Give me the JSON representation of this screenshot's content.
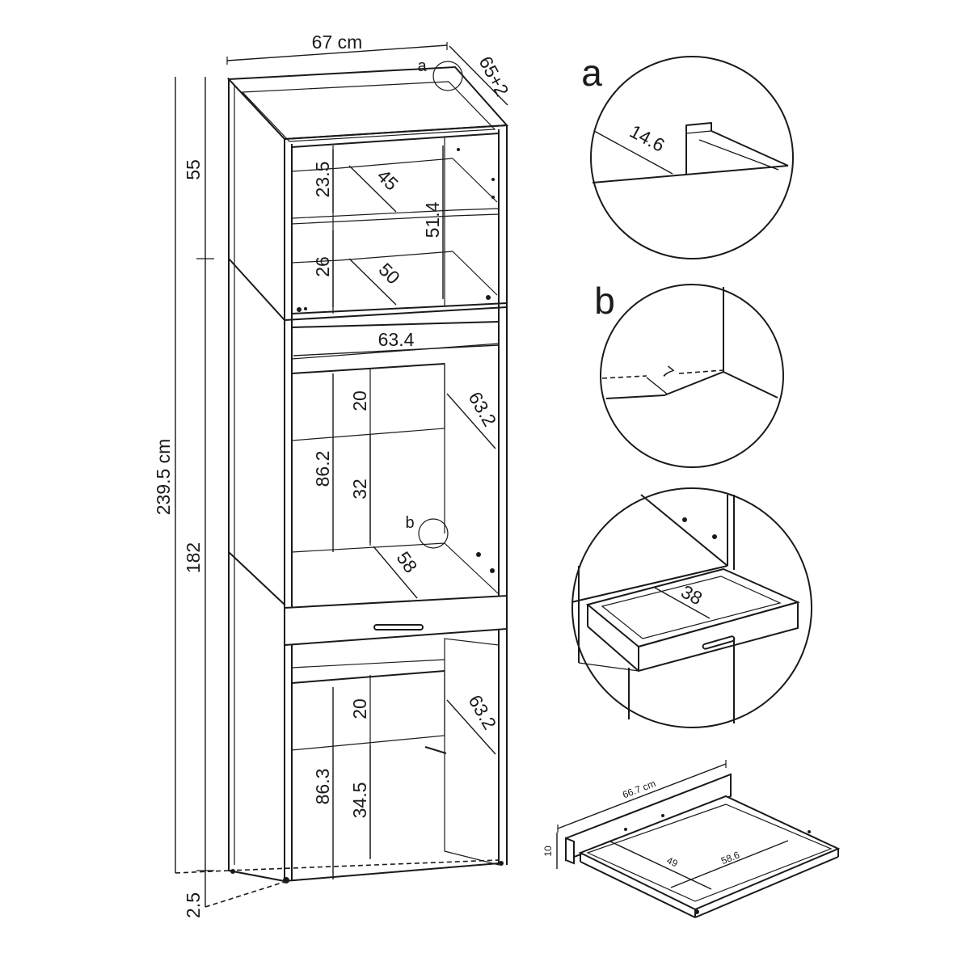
{
  "colors": {
    "line": "#1a1a1a",
    "background": "#ffffff"
  },
  "cabinet": {
    "width": "67 cm",
    "depth": "65+2",
    "total_height": "239.5 cm",
    "upper_height": "55",
    "lower_height": "182",
    "plinth_height": "2.5",
    "shelf_gap_top": "23.5",
    "shelf_depth_top": "45",
    "upper_inner_height": "51.4",
    "shelf_gap_bottom": "26",
    "shelf_depth_bottom": "50",
    "inner_width": "63.4",
    "mid_panel_height": "20",
    "mid_panel_depth": "63.2",
    "mid_inner_height": "86.2",
    "mid_opening_height": "32",
    "mid_shelf_depth": "58",
    "low_panel_height": "20",
    "low_panel_depth": "63.2",
    "low_inner_height": "86.3",
    "low_opening_height": "34.5"
  },
  "markers": {
    "a": "a",
    "b": "b"
  },
  "detail_a": {
    "label": "a",
    "value": "14.6"
  },
  "detail_b": {
    "label": "b",
    "value": "7"
  },
  "detail_drawer": {
    "value": "38"
  },
  "shelf_detail": {
    "width": "66.7 cm",
    "height": "10",
    "inner_depth": "49",
    "depth": "58.6"
  }
}
